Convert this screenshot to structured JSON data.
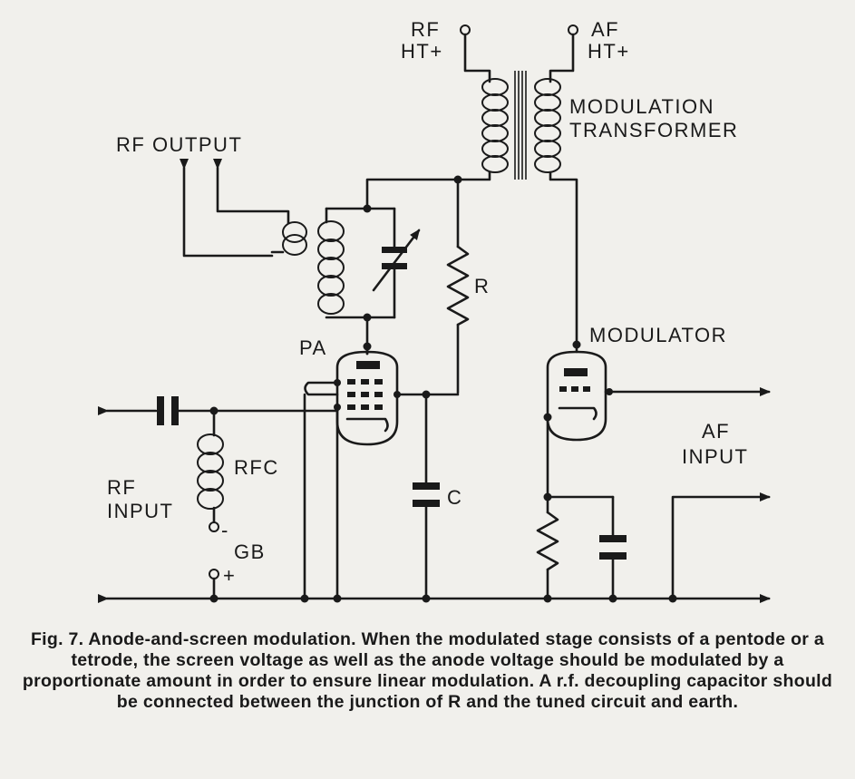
{
  "labels": {
    "rf_ht": [
      "RF",
      "HT+"
    ],
    "af_ht": [
      "AF",
      "HT+"
    ],
    "transformer": [
      "MODULATION",
      "TRANSFORMER"
    ],
    "rf_output": "RF OUTPUT",
    "resistor_r": "R",
    "pa": "PA",
    "modulator": "MODULATOR",
    "af_input": [
      "AF",
      "INPUT"
    ],
    "rfc": "RFC",
    "rf_input": [
      "RF",
      "INPUT"
    ],
    "capacitor_c": "C",
    "gb": "GB",
    "gb_minus": "-",
    "gb_plus": "+"
  },
  "caption": "Fig. 7. Anode-and-screen modulation. When the modulated stage consists of a pentode or a tetrode, the screen voltage as well as the anode voltage should be modulated by a proportionate amount in order to ensure linear modulation. A r.f. decoupling capacitor should be connected between the junction of R and the tuned circuit and earth."
}
